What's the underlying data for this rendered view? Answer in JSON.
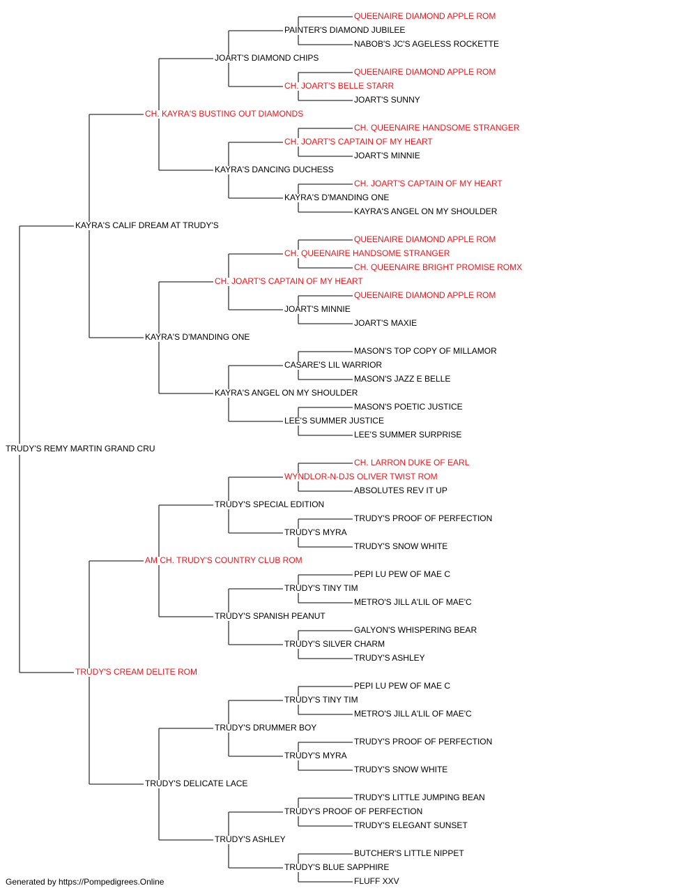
{
  "colors": {
    "normal": "#000000",
    "highlight": "#e8151b"
  },
  "subject": {
    "name": "TRUDY'S REMY MARTIN GRAND CRU",
    "hl": false
  },
  "gen1": [
    {
      "name": "KAYRA'S CALIF DREAM AT TRUDY'S",
      "hl": false
    },
    {
      "name": "TRUDY'S CREAM DELITE ROM",
      "hl": true
    }
  ],
  "gen2": [
    {
      "name": "CH. KAYRA'S BUSTING OUT DIAMONDS",
      "hl": true
    },
    {
      "name": "KAYRA'S D'MANDING ONE",
      "hl": false
    },
    {
      "name": "AM CH. TRUDY'S COUNTRY CLUB ROM",
      "hl": true
    },
    {
      "name": "TRUDY'S DELICATE LACE",
      "hl": false
    }
  ],
  "gen3": [
    {
      "name": "JOART'S DIAMOND CHIPS",
      "hl": false
    },
    {
      "name": "KAYRA'S DANCING DUCHESS",
      "hl": false
    },
    {
      "name": "CH. JOART'S CAPTAIN OF MY HEART",
      "hl": true
    },
    {
      "name": "KAYRA'S ANGEL ON MY SHOULDER",
      "hl": false
    },
    {
      "name": "TRUDY'S SPECIAL EDITION",
      "hl": false
    },
    {
      "name": "TRUDY'S SPANISH PEANUT",
      "hl": false
    },
    {
      "name": "TRUDY'S DRUMMER BOY",
      "hl": false
    },
    {
      "name": "TRUDY'S ASHLEY",
      "hl": false
    }
  ],
  "gen4": [
    {
      "name": "PAINTER'S DIAMOND JUBILEE",
      "hl": false
    },
    {
      "name": "CH. JOART'S BELLE STARR",
      "hl": true
    },
    {
      "name": "CH. JOART'S CAPTAIN OF MY HEART",
      "hl": true
    },
    {
      "name": "KAYRA'S D'MANDING ONE",
      "hl": false
    },
    {
      "name": "CH. QUEENAIRE HANDSOME STRANGER",
      "hl": true
    },
    {
      "name": "JOART'S MINNIE",
      "hl": false
    },
    {
      "name": "CASARE'S LIL WARRIOR",
      "hl": false
    },
    {
      "name": "LEE'S SUMMER JUSTICE",
      "hl": false
    },
    {
      "name": "WYNDLOR-N-DJS OLIVER TWIST ROM",
      "hl": true
    },
    {
      "name": "TRUDY'S MYRA",
      "hl": false
    },
    {
      "name": "TRUDY'S TINY TIM",
      "hl": false
    },
    {
      "name": "TRUDY'S SILVER CHARM",
      "hl": false
    },
    {
      "name": "TRUDY'S TINY TIM",
      "hl": false
    },
    {
      "name": "TRUDY'S MYRA",
      "hl": false
    },
    {
      "name": "TRUDY'S PROOF OF PERFECTION",
      "hl": false
    },
    {
      "name": "TRUDY'S BLUE SAPPHIRE",
      "hl": false
    }
  ],
  "gen5": [
    {
      "name": "QUEENAIRE DIAMOND APPLE ROM",
      "hl": true
    },
    {
      "name": "NABOB'S JC'S AGELESS ROCKETTE",
      "hl": false
    },
    {
      "name": "QUEENAIRE DIAMOND APPLE ROM",
      "hl": true
    },
    {
      "name": "JOART'S SUNNY",
      "hl": false
    },
    {
      "name": "CH. QUEENAIRE HANDSOME STRANGER",
      "hl": true
    },
    {
      "name": "JOART'S MINNIE",
      "hl": false
    },
    {
      "name": "CH. JOART'S CAPTAIN OF MY HEART",
      "hl": true
    },
    {
      "name": "KAYRA'S ANGEL ON MY SHOULDER",
      "hl": false
    },
    {
      "name": "QUEENAIRE DIAMOND APPLE ROM",
      "hl": true
    },
    {
      "name": "CH. QUEENAIRE BRIGHT PROMISE ROMX",
      "hl": true
    },
    {
      "name": "QUEENAIRE DIAMOND APPLE ROM",
      "hl": true
    },
    {
      "name": "JOART'S MAXIE",
      "hl": false
    },
    {
      "name": "MASON'S TOP COPY OF MILLAMOR",
      "hl": false
    },
    {
      "name": "MASON'S JAZZ E BELLE",
      "hl": false
    },
    {
      "name": "MASON'S POETIC JUSTICE",
      "hl": false
    },
    {
      "name": "LEE'S SUMMER SURPRISE",
      "hl": false
    },
    {
      "name": "CH. LARRON DUKE OF EARL",
      "hl": true
    },
    {
      "name": "ABSOLUTES REV IT UP",
      "hl": false
    },
    {
      "name": "TRUDY'S PROOF OF PERFECTION",
      "hl": false
    },
    {
      "name": "TRUDY'S SNOW WHITE",
      "hl": false
    },
    {
      "name": "PEPI LU PEW OF MAE C",
      "hl": false
    },
    {
      "name": "METRO'S JILL A'LIL OF MAE'C",
      "hl": false
    },
    {
      "name": "GALYON'S WHISPERING BEAR",
      "hl": false
    },
    {
      "name": "TRUDY'S ASHLEY",
      "hl": false
    },
    {
      "name": "PEPI LU PEW OF MAE C",
      "hl": false
    },
    {
      "name": "METRO'S JILL A'LIL OF MAE'C",
      "hl": false
    },
    {
      "name": "TRUDY'S PROOF OF PERFECTION",
      "hl": false
    },
    {
      "name": "TRUDY'S SNOW WHITE",
      "hl": false
    },
    {
      "name": "TRUDY'S LITTLE JUMPING BEAN",
      "hl": false
    },
    {
      "name": "TRUDY'S ELEGANT SUNSET",
      "hl": false
    },
    {
      "name": "BUTCHER'S LITTLE NIPPET",
      "hl": false
    },
    {
      "name": "FLUFF XXV",
      "hl": false
    }
  ],
  "footer": "Generated by https://Pompedigrees.Online"
}
